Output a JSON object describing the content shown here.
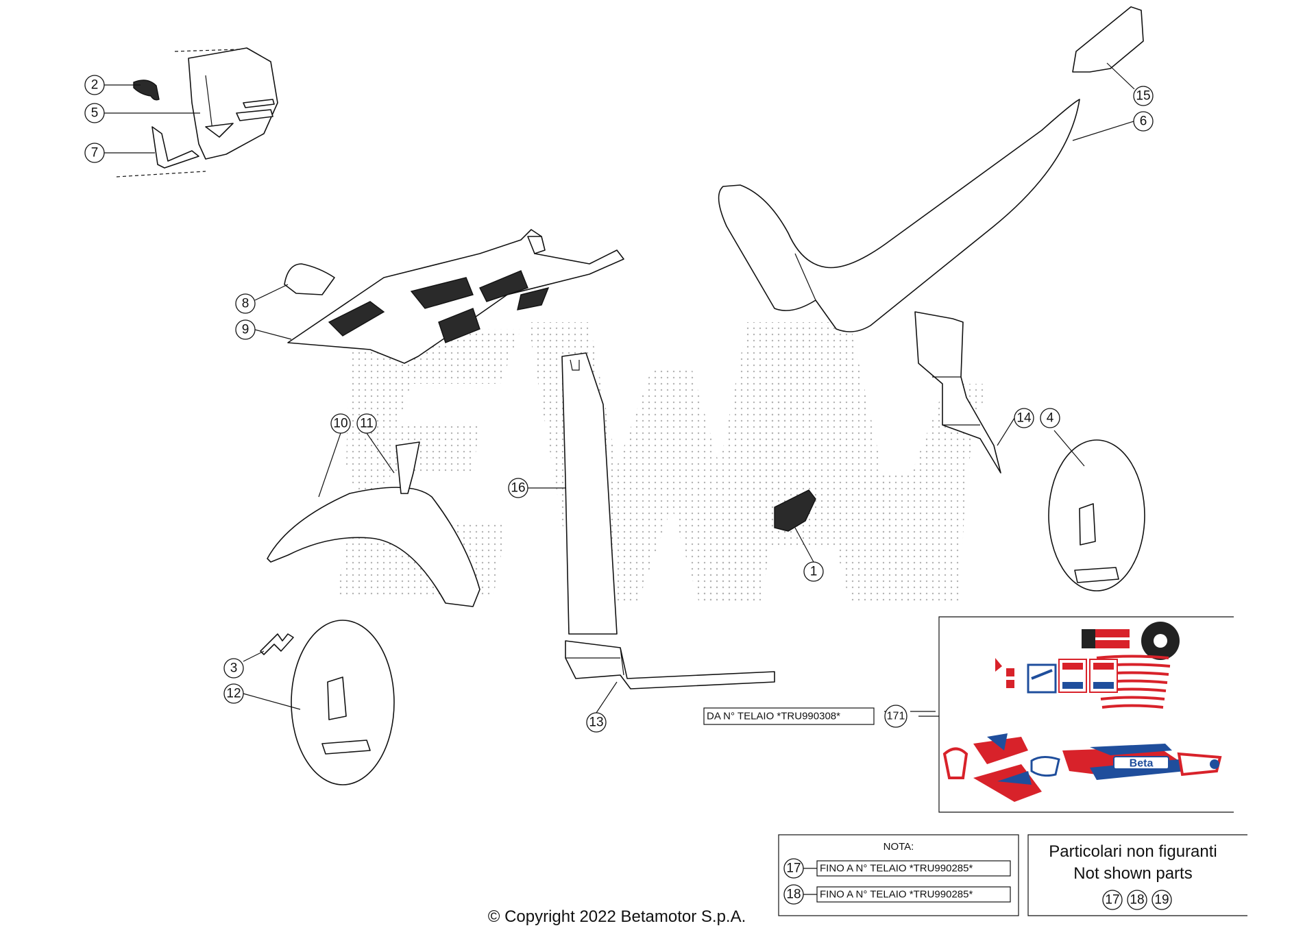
{
  "callouts": [
    {
      "id": "c1",
      "label": "1"
    },
    {
      "id": "c2",
      "label": "2"
    },
    {
      "id": "c3",
      "label": "3"
    },
    {
      "id": "c4",
      "label": "4"
    },
    {
      "id": "c5",
      "label": "5"
    },
    {
      "id": "c6",
      "label": "6"
    },
    {
      "id": "c7",
      "label": "7"
    },
    {
      "id": "c8",
      "label": "8"
    },
    {
      "id": "c9",
      "label": "9"
    },
    {
      "id": "c10",
      "label": "10"
    },
    {
      "id": "c11",
      "label": "11"
    },
    {
      "id": "c12",
      "label": "12"
    },
    {
      "id": "c13",
      "label": "13"
    },
    {
      "id": "c14",
      "label": "14"
    },
    {
      "id": "c15",
      "label": "15"
    },
    {
      "id": "c16",
      "label": "16"
    },
    {
      "id": "c171",
      "label": "171"
    }
  ],
  "decal_kit": {
    "frame_note": "DA N° TELAIO *TRU990308*",
    "brand_logo": "Beta"
  },
  "note_box": {
    "title": "NOTA:",
    "rows": [
      {
        "num": "17",
        "text": "FINO A N° TELAIO *TRU990285*"
      },
      {
        "num": "18",
        "text": "FINO A N° TELAIO *TRU990285*"
      }
    ]
  },
  "not_shown": {
    "line1": "Particolari non figuranti",
    "line2": "Not shown parts",
    "nums": [
      "17",
      "18",
      "19"
    ]
  },
  "colors": {
    "decal_red": "#d8222a",
    "decal_blue": "#1f4e9c",
    "line": "#111111"
  },
  "copyright": "© Copyright 2022 Betamotor S.p.A."
}
